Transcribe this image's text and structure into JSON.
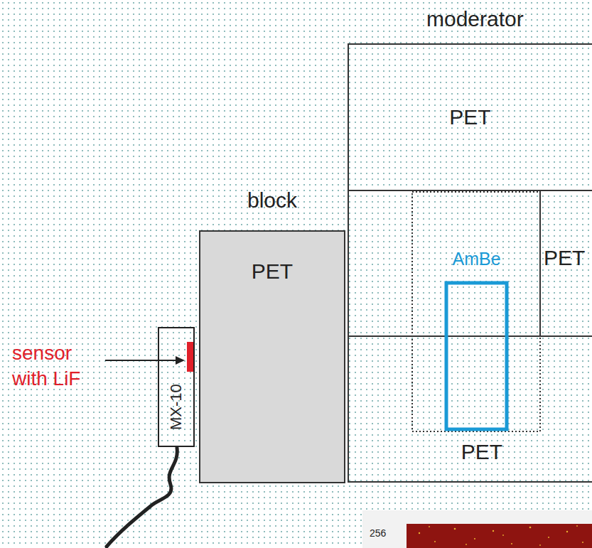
{
  "diagram": {
    "nodes": [
      {
        "text": [
          "moderator"
        ]
      },
      {
        "text": [
          "PET"
        ],
        "in": 0
      },
      {
        "text": [
          "AmBe"
        ],
        "in": 0
      },
      {
        "text": [
          "PET"
        ],
        "in": 0
      },
      {
        "text": [
          "PET"
        ],
        "in": 0
      },
      {
        "text": [
          "block",
          "PET"
        ]
      },
      {
        "text": [
          "MX-10"
        ]
      }
    ],
    "labels": [
      "sensor with LiF",
      "256"
    ]
  }
}
